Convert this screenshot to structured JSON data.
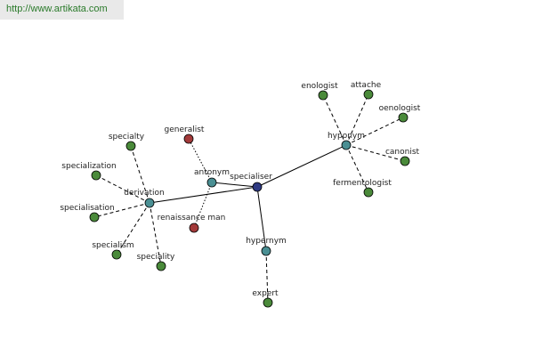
{
  "credit": {
    "url": "http://www.artikata.com"
  },
  "nodes": {
    "specialiser": {
      "label": "specialiser",
      "color": "#2e3a82"
    },
    "antonym": {
      "label": "antonym",
      "color": "#4a8f93"
    },
    "derivation": {
      "label": "derivation",
      "color": "#4a8f93"
    },
    "hyponym": {
      "label": "hyponym",
      "color": "#4a8f93"
    },
    "hypernym": {
      "label": "hypernym",
      "color": "#4a8f93"
    },
    "generalist": {
      "label": "generalist",
      "color": "#a33a3a"
    },
    "renaissance_man": {
      "label": "renaissance man",
      "color": "#a33a3a"
    },
    "specialty": {
      "label": "specialty",
      "color": "#4a8a3a"
    },
    "specialization": {
      "label": "specialization",
      "color": "#4a8a3a"
    },
    "specialisation": {
      "label": "specialisation",
      "color": "#4a8a3a"
    },
    "specialism": {
      "label": "specialism",
      "color": "#4a8a3a"
    },
    "speciality": {
      "label": "speciality",
      "color": "#4a8a3a"
    },
    "enologist": {
      "label": "enologist",
      "color": "#4a8a3a"
    },
    "attache": {
      "label": "attache",
      "color": "#4a8a3a"
    },
    "oenologist": {
      "label": "oenologist",
      "color": "#4a8a3a"
    },
    "canonist": {
      "label": "canonist",
      "color": "#4a8a3a"
    },
    "fermentologist": {
      "label": "fermentologist",
      "color": "#4a8a3a"
    },
    "expert": {
      "label": "expert",
      "color": "#4a8a3a"
    }
  }
}
